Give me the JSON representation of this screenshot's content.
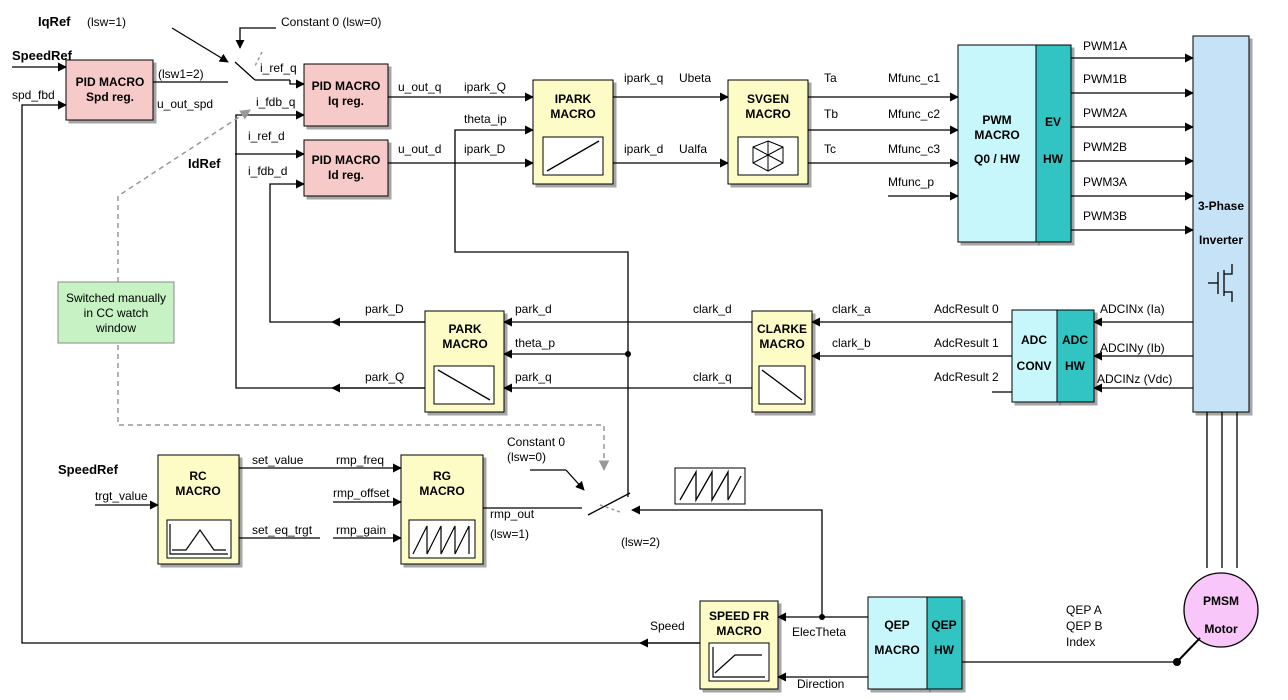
{
  "colors": {
    "pid": "#f7caca",
    "macro": "#fdfcc6",
    "pwm": "#c7f7fb",
    "hw": "#32c3c3",
    "inverter": "#c6e2f7",
    "note": "#c7f3c4",
    "motor": "#f8c6f8"
  },
  "inputs": {
    "iqref": "IqRef",
    "iqref_sub": "(lsw=1)",
    "constant0": "Constant 0 (lsw=0)",
    "speedref": "SpeedRef",
    "idref": "IdRef",
    "speedref2": "SpeedRef"
  },
  "pid_spd": {
    "line1": "PID MACRO",
    "line2": "Spd reg.",
    "in": "spd_fbd",
    "out_top": "(lsw1=2)",
    "out": "u_out_spd"
  },
  "pid_iq": {
    "line1": "PID MACRO",
    "line2": "Iq reg.",
    "in_ref": "i_ref_q",
    "in_fdb": "i_fdb_q",
    "out": "u_out_q"
  },
  "pid_id": {
    "line1": "PID MACRO",
    "line2": "Id reg.",
    "in_ref": "i_ref_d",
    "in_fdb": "i_fdb_d",
    "out": "u_out_d"
  },
  "ipark": {
    "line1": "IPARK",
    "line2": "MACRO",
    "in_q": "ipark_Q",
    "in_theta": "theta_ip",
    "in_d": "ipark_D",
    "out_q": "ipark_q",
    "out_d": "ipark_d"
  },
  "svgen": {
    "line1": "SVGEN",
    "line2": "MACRO",
    "in_beta": "Ubeta",
    "in_alfa": "Ualfa",
    "out_a": "Ta",
    "out_b": "Tb",
    "out_c": "Tc"
  },
  "pwm": {
    "line1": "PWM",
    "line2": "MACRO",
    "line3": "Q0 / HW",
    "in1": "Mfunc_c1",
    "in2": "Mfunc_c2",
    "in3": "Mfunc_c3",
    "in4": "Mfunc_p"
  },
  "ev": {
    "line1": "EV",
    "line2": "HW"
  },
  "pwm_outputs": [
    "PWM1A",
    "PWM1B",
    "PWM2A",
    "PWM2B",
    "PWM3A",
    "PWM3B"
  ],
  "inverter": {
    "line1": "3-Phase",
    "line2": "Inverter"
  },
  "park": {
    "line1": "PARK",
    "line2": "MACRO",
    "out_d": "park_D",
    "out_q": "park_Q",
    "in_d": "park_d",
    "in_theta": "theta_p",
    "in_q": "park_q"
  },
  "clarke": {
    "line1": "CLARKE",
    "line2": "MACRO",
    "out_d": "clark_d",
    "out_q": "clark_q",
    "in_a": "clark_a",
    "in_b": "clark_b"
  },
  "adc": {
    "line1": "ADC",
    "line2": "CONV",
    "hw1": "ADC",
    "hw2": "HW",
    "r0": "AdcResult 0",
    "r1": "AdcResult 1",
    "r2": "AdcResult 2",
    "in_a": "ADCINx (Ia)",
    "in_b": "ADCINy (Ib)",
    "in_c": "ADCINz (Vdc)"
  },
  "note": {
    "line1": "Switched manually",
    "line2": "in CC watch",
    "line3": "window"
  },
  "rc": {
    "line1": "RC",
    "line2": "MACRO",
    "in": "trgt_value",
    "out1": "set_value",
    "out2": "set_eq_trgt"
  },
  "rg": {
    "line1": "RG",
    "line2": "MACRO",
    "in1": "rmp_freq",
    "in2": "rmp_offset",
    "in3": "rmp_gain",
    "out": "rmp_out",
    "out_sub": "(lsw=1)"
  },
  "switch2": {
    "const_line1": "Constant 0",
    "const_line2": "(lsw=0)",
    "lsw2": "(lsw=2)"
  },
  "speed_fr": {
    "line1": "SPEED FR",
    "line2": "MACRO",
    "out": "Speed",
    "in_theta": "ElecTheta",
    "in_dir": "Direction"
  },
  "qep": {
    "line1": "QEP",
    "line2": "MACRO",
    "hw1": "QEP",
    "hw2": "HW",
    "sig1": "QEP A",
    "sig2": "QEP B",
    "sig3": "Index"
  },
  "motor": {
    "line1": "PMSM",
    "line2": "Motor"
  }
}
